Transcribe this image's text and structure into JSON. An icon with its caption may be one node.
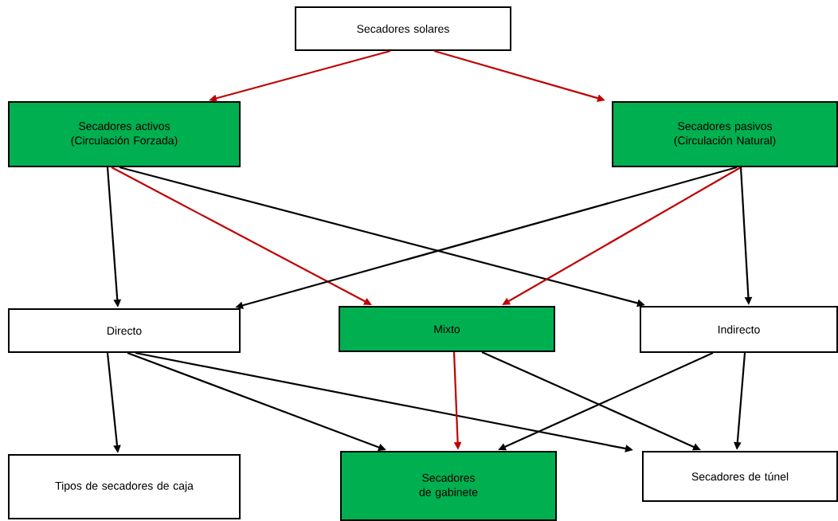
{
  "diagram": {
    "nodes": [
      {
        "text": [
          "Secadores solares"
        ]
      },
      {
        "text": [
          "Secadores activos (Circulación Forzada)"
        ]
      },
      {
        "text": [
          "Secadores pasivos (Circulación Natural)"
        ]
      },
      {
        "text": [
          "Directo"
        ]
      },
      {
        "text": [
          "Mixto"
        ]
      },
      {
        "text": [
          "Indirecto"
        ]
      },
      {
        "text": [
          "Tipos de secadores de caja"
        ]
      },
      {
        "text": [
          "Secadores de gabinete"
        ]
      },
      {
        "text": [
          "Secadores de túnel"
        ]
      }
    ],
    "edges": [
      {
        "from": 0,
        "to": 1,
        "arrow": "to",
        "color": "#c00000"
      },
      {
        "from": 0,
        "to": 2,
        "arrow": "to",
        "color": "#c00000"
      },
      {
        "from": 1,
        "to": 3,
        "arrow": "to"
      },
      {
        "from": 1,
        "to": 4,
        "arrow": "to",
        "color": "#c00000"
      },
      {
        "from": 1,
        "to": 5,
        "arrow": "to"
      },
      {
        "from": 2,
        "to": 3,
        "arrow": "to"
      },
      {
        "from": 2,
        "to": 4,
        "arrow": "to",
        "color": "#c00000"
      },
      {
        "from": 2,
        "to": 5,
        "arrow": "to"
      },
      {
        "from": 3,
        "to": 6,
        "arrow": "to"
      },
      {
        "from": 3,
        "to": 7,
        "arrow": "to"
      },
      {
        "from": 3,
        "to": 8,
        "arrow": "to"
      },
      {
        "from": 4,
        "to": 7,
        "arrow": "to",
        "color": "#c00000"
      },
      {
        "from": 4,
        "to": 8,
        "arrow": "to"
      },
      {
        "from": 5,
        "to": 7,
        "arrow": "to"
      },
      {
        "from": 5,
        "to": 8,
        "arrow": "to"
      }
    ]
  }
}
